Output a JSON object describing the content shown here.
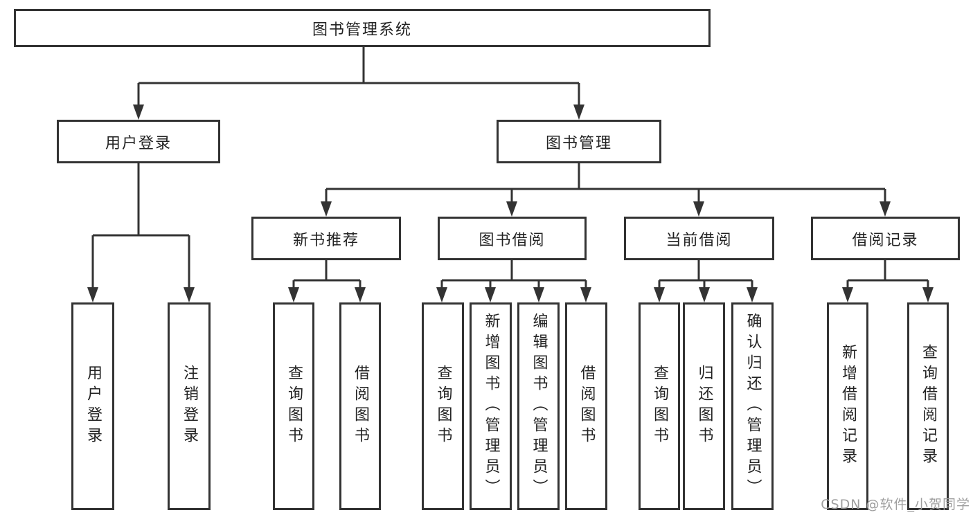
{
  "diagram": {
    "type": "hierarchy-tree",
    "title": "图书管理系统",
    "colors": {
      "line": "#333333",
      "box_border": "#333333",
      "box_fill": "#ffffff",
      "text": "#222222",
      "watermark": "#9e9e9e",
      "background": "#ffffff"
    }
  },
  "tree": {
    "label": "图书管理系统",
    "children": [
      {
        "label": "用户登录",
        "children": [
          {
            "label": "用户登录"
          },
          {
            "label": "注销登录"
          }
        ]
      },
      {
        "label": "图书管理",
        "children": [
          {
            "label": "新书推荐",
            "children": [
              {
                "label": "查询图书"
              },
              {
                "label": "借阅图书"
              }
            ]
          },
          {
            "label": "图书借阅",
            "children": [
              {
                "label": "查询图书"
              },
              {
                "label": "新增图书（管理员）"
              },
              {
                "label": "编辑图书（管理员）"
              },
              {
                "label": "借阅图书"
              }
            ]
          },
          {
            "label": "当前借阅",
            "children": [
              {
                "label": "查询图书"
              },
              {
                "label": "归还图书"
              },
              {
                "label": "确认归还（管理员）"
              }
            ]
          },
          {
            "label": "借阅记录",
            "children": [
              {
                "label": "新增借阅记录"
              },
              {
                "label": "查询借阅记录"
              }
            ]
          }
        ]
      }
    ]
  },
  "watermark": "CSDN @软件_小贺同学"
}
